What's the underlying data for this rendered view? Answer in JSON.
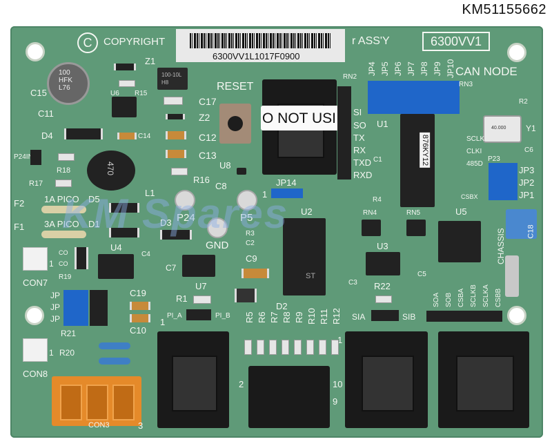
{
  "part_code": "KM51155662",
  "board": {
    "copyright": "COPYRIGHT",
    "assy_prefix": "r  ASS'Y",
    "assy_number": "6300VV1",
    "sticker_number": "6300VV1L1017F0900",
    "can_node": "CAN NODE",
    "reset": "RESET",
    "do_not_use": "O NOT USI",
    "chassis": "CHASSIS",
    "gnd": "GND",
    "p24": "P24",
    "p5": "P5",
    "fuse_1a": "1A PICO",
    "fuse_3a": "3A PICO",
    "chip_code": "876KY12",
    "cap_marking": "100\nHFK\nL76",
    "inductor_marking": "470",
    "xtal_marking": "40.000",
    "signal_labels": [
      "SI",
      "SO",
      "TX",
      "RX",
      "TXD",
      "RXD"
    ],
    "jumper_top_labels": [
      "JP4",
      "JP5",
      "JP6",
      "JP7",
      "JP8",
      "JP9",
      "JP10"
    ],
    "right_jp": [
      "JP3",
      "JP2",
      "JP1"
    ],
    "small_labels": {
      "z1": "Z1",
      "c15": "C15",
      "c11": "C11",
      "d4": "D4",
      "p24in": "P24IN",
      "r18": "R18",
      "r17": "R17",
      "f2": "F2",
      "f1": "F1",
      "d5": "D5",
      "d1": "D1",
      "d3": "D3",
      "u4": "U4",
      "u6": "U6",
      "r15": "R15",
      "c17": "C17",
      "z2": "Z2",
      "c14": "C14",
      "c12": "C12",
      "c13": "C13",
      "r16": "R16",
      "u8": "U8",
      "c8": "C8",
      "l1": "L1",
      "jp14": "JP14",
      "u2": "U2",
      "u1": "U1",
      "rn2": "RN2",
      "rn3": "RN3",
      "r2": "R2",
      "y1": "Y1",
      "c6": "C6",
      "sclk": "SCLK",
      "clki": "CLKI",
      "b85d": "485D",
      "jp23": "P23",
      "csbx": "CSBX",
      "u5": "U5",
      "c18": "C18",
      "rn4": "RN4",
      "rn5": "RN5",
      "r4": "R4",
      "c1": "C1",
      "r3": "R3",
      "c2": "C2",
      "c9": "C9",
      "u3": "U3",
      "c3": "C3",
      "c5": "C5",
      "r22": "R22",
      "sia": "SIA",
      "sib": "SIB",
      "c4": "C4",
      "c7": "C7",
      "u7": "U7",
      "r1": "R1",
      "d2": "D2",
      "pi_a": "PI_A",
      "pi_b": "PI_B",
      "r19": "R19",
      "con7": "CON7",
      "c19": "C19",
      "r21": "R21",
      "c10": "C10",
      "r20": "R20",
      "con8": "CON8",
      "con3": "CON3",
      "jp_a": "JP",
      "jp_b": "JP",
      "jp_c": "JP",
      "co_a": "CO",
      "co_b": "CO",
      "one_a": "1",
      "one_b": "1",
      "one_c": "1",
      "one_d": "1",
      "one_e": "1",
      "two": "2",
      "three": "3",
      "nine": "9",
      "ten": "10",
      "u2_mark": "ST"
    },
    "resistor_row": [
      "R5",
      "R6",
      "R7",
      "R8",
      "R9",
      "R10",
      "R11",
      "R12"
    ],
    "sclk_header": [
      "SOA",
      "SOB",
      "CSBA",
      "SCLKB",
      "SCLKA",
      "CSBB"
    ],
    "watermark": "KM Spares"
  }
}
